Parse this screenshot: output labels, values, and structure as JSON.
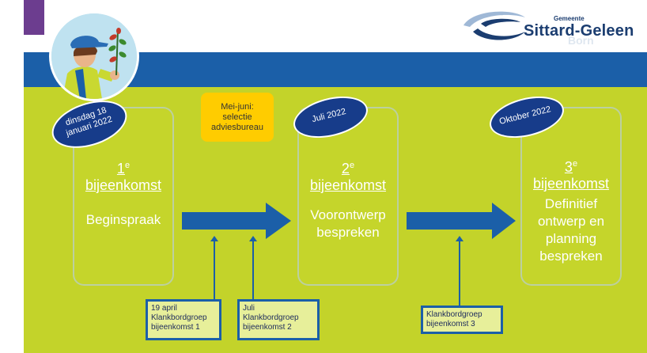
{
  "logo": {
    "top_text": "Gemeente",
    "name": "Sittard-Geleen",
    "sub": "Born"
  },
  "selectie": "Mei-juni:\nselectie\nadviesbureau",
  "meetings": [
    {
      "date": "dinsdag 18\njanuari 2022",
      "number": "1",
      "sup": "e",
      "word": "bijeenkomst",
      "desc": "Beginspraak"
    },
    {
      "date": "Juli 2022",
      "number": "2",
      "sup": "e",
      "word": "bijeenkomst",
      "desc": "Voorontwerp\nbespreken"
    },
    {
      "date": "Oktober 2022",
      "number": "3",
      "sup": "e",
      "word": "bijeenkomst",
      "desc": "Definitief\nontwerp en\nplanning\nbespreken"
    }
  ],
  "klankbord": [
    "19 april\nKlankbordgroep\nbijeenkomst 1",
    "Juli\nKlankbordgroep\nbijeenkomst 2",
    "Klankbordgroep\nbijeenkomst 3"
  ],
  "colors": {
    "lime": "#c3d32a",
    "blue": "#1b5fa8",
    "navy": "#173c8a",
    "yellow": "#ffcc00",
    "purple": "#6c3d8f"
  }
}
